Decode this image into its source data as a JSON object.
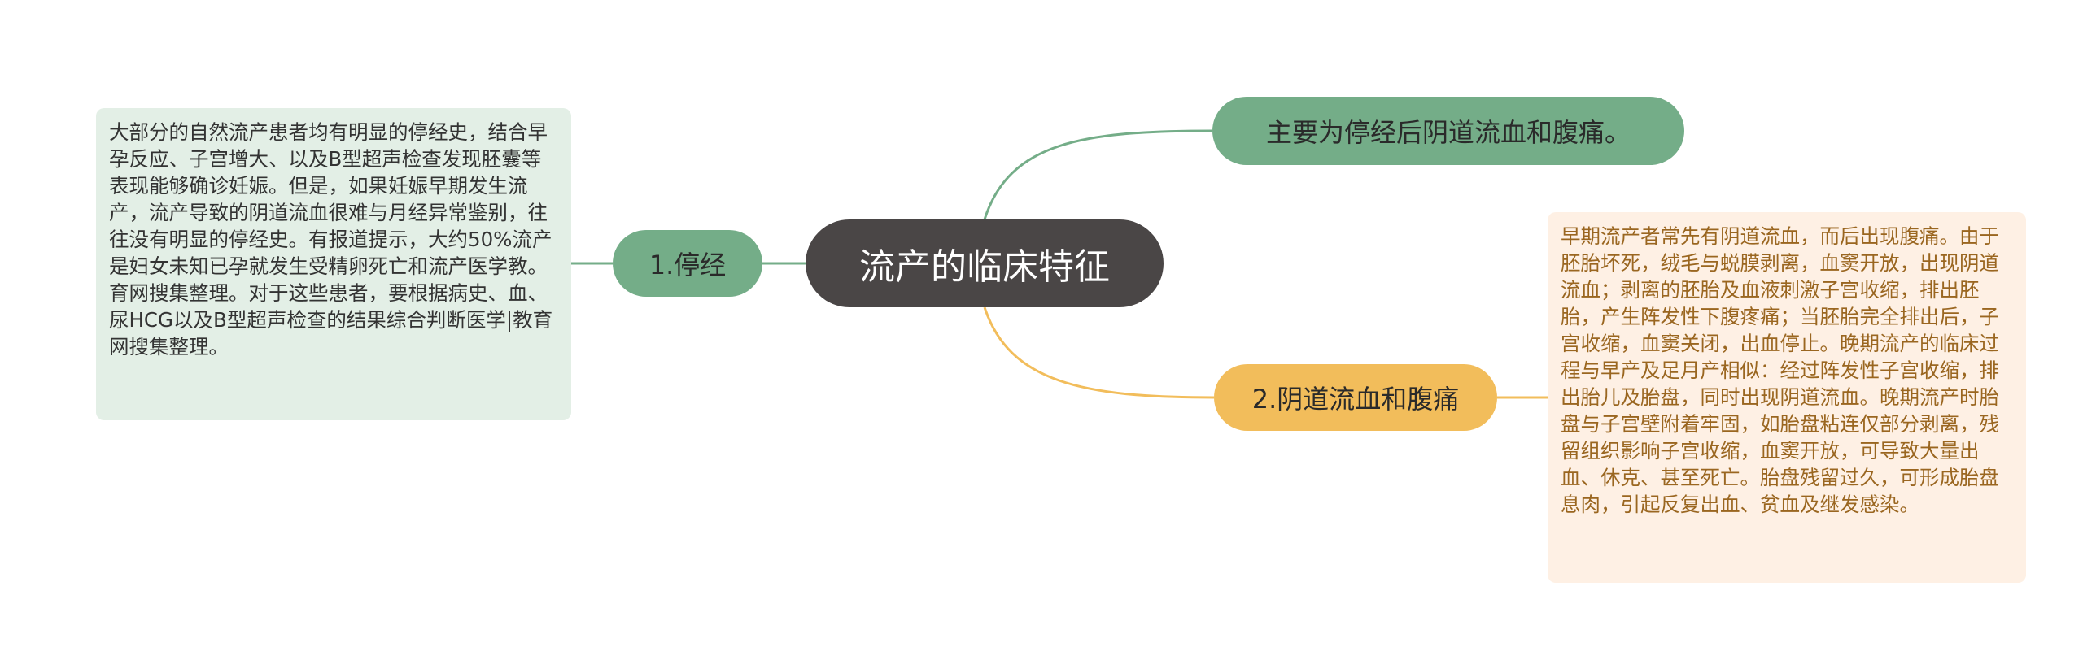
{
  "center": {
    "label": "流产的临床特征"
  },
  "top_leaf": {
    "label": "主要为停经后阴道流血和腹痛。"
  },
  "branch1": {
    "label": "1.停经",
    "detail": "大部分的自然流产患者均有明显的停经史，结合早孕反应、子宫增大、以及B型超声检查发现胚囊等表现能够确诊妊娠。但是，如果妊娠早期发生流产，流产导致的阴道流血很难与月经异常鉴别，往往没有明显的停经史。有报道提示，大约50%流产是妇女未知已孕就发生受精卵死亡和流产医学教。育网搜集整理。对于这些患者，要根据病史、血、尿HCG以及B型超声检查的结果综合判断医学|教育网搜集整理。"
  },
  "branch2": {
    "label": "2.阴道流血和腹痛",
    "detail": "早期流产者常先有阴道流血，而后出现腹痛。由于胚胎坏死，绒毛与蜕膜剥离，血窦开放，出现阴道流血；剥离的胚胎及血液刺激子宫收缩，排出胚胎，产生阵发性下腹疼痛；当胚胎完全排出后，子宫收缩，血窦关闭，出血停止。晚期流产的临床过程与早产及足月产相似：经过阵发性子宫收缩，排出胎儿及胎盘，同时出现阴道流血。晚期流产时胎盘与子宫壁附着牢固，如胎盘粘连仅部分剥离，残留组织影响子宫收缩，血窦开放，可导致大量出血、休克、甚至死亡。胎盘残留过久，可形成胎盘息肉，引起反复出血、贫血及继发感染。"
  },
  "colors": {
    "center": "#4a4646",
    "green": "#74ad88",
    "orange": "#f2bd5b",
    "left_box_bg": "#e3efe6",
    "right_box_bg": "#fef0e4",
    "right_box_text": "#9a6620"
  }
}
